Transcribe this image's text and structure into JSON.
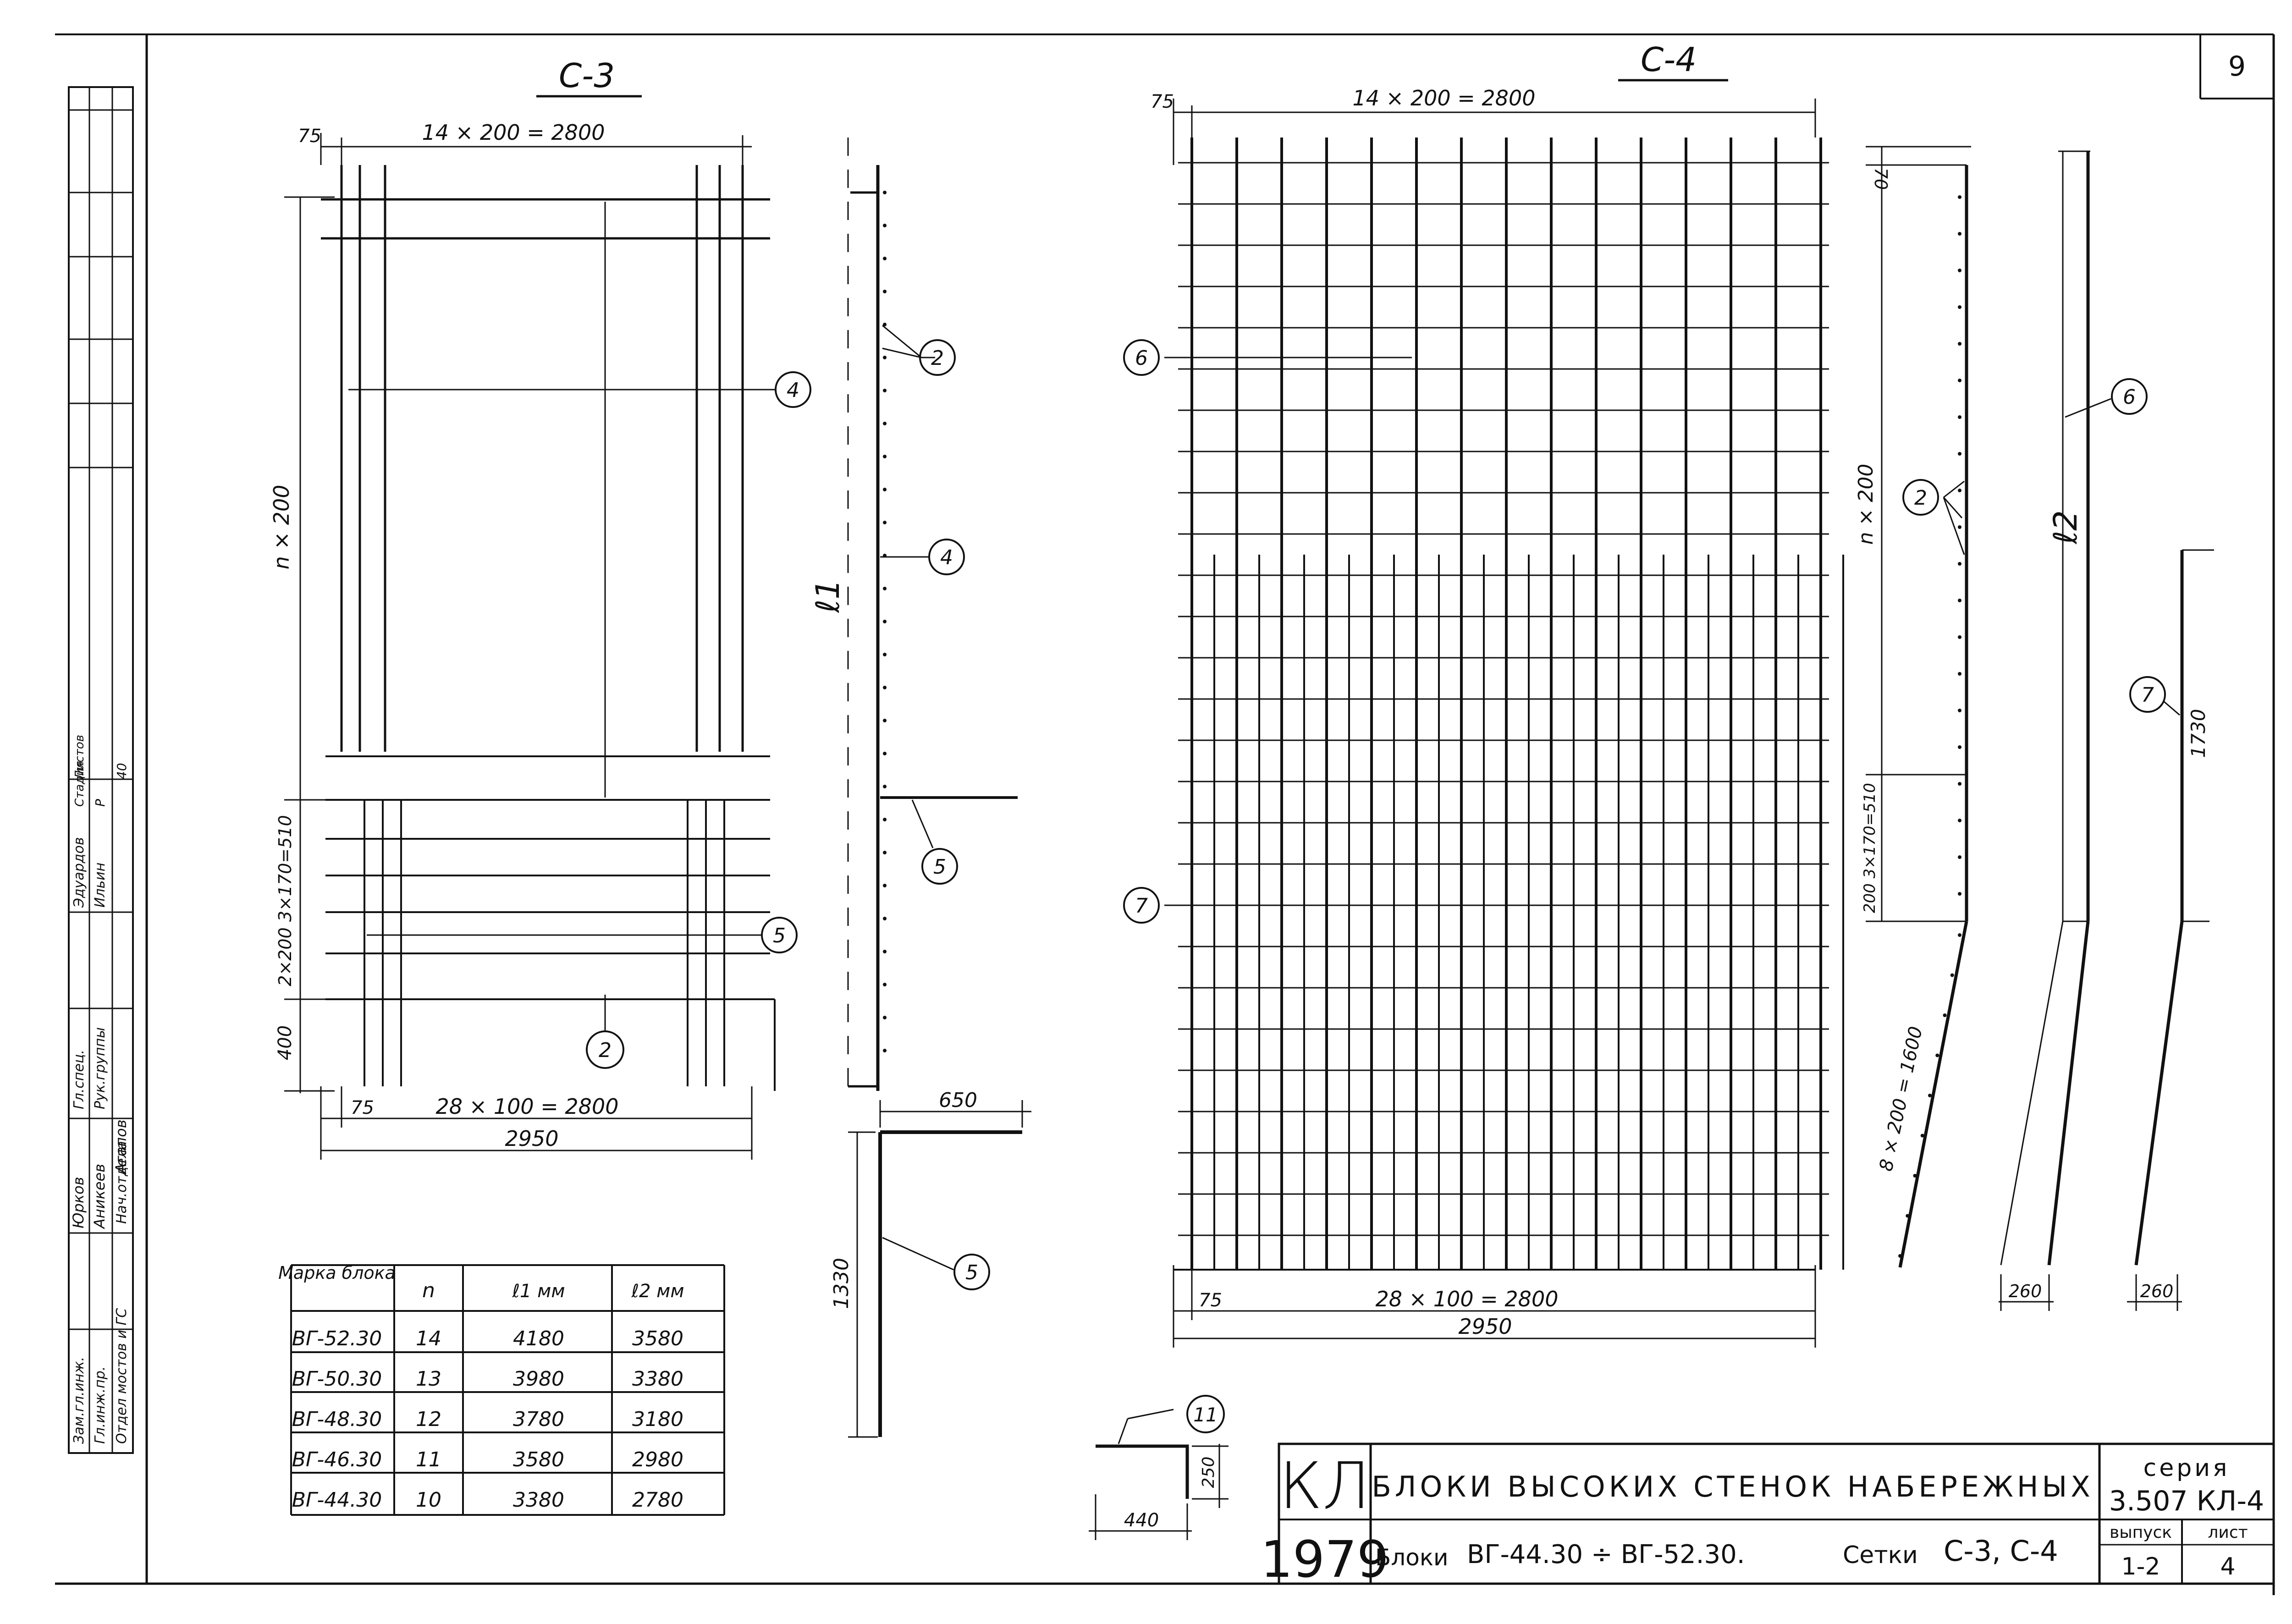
{
  "sheet": {
    "page_number": "9",
    "stamp_codes": [
      "КЛ",
      "1979"
    ]
  },
  "drawing_c3": {
    "title": "С-3",
    "dim_top": "14 × 200 = 2800",
    "dim_top_left": "75",
    "dim_vertical_main": "n × 200",
    "dim_vertical_mid": "2×200 3×170=510",
    "dim_vertical_bottom": "400",
    "dim_bottom_spacing": "28 × 100 = 2800",
    "dim_bottom_left": "75",
    "dim_total": "2950",
    "callouts": [
      "4",
      "5",
      "2"
    ]
  },
  "section_c3": {
    "length_label": "ℓ1",
    "callouts": [
      "2",
      "4",
      "5"
    ]
  },
  "detail_l": {
    "horizontal": "650",
    "vertical": "1330",
    "callout": "5"
  },
  "drawing_c4": {
    "title": "С-4",
    "dim_top": "14 × 200 = 2800",
    "dim_top_left": "75",
    "dim_bottom_spacing": "28 × 100 = 2800",
    "dim_bottom_left": "75",
    "dim_total": "2950",
    "callouts": [
      "6",
      "7"
    ]
  },
  "section_c4": {
    "top": "70",
    "vertical": "n × 200",
    "mid": "200 3×170=510",
    "inclined": "8 × 200 = 1600",
    "callout": "2"
  },
  "bar_details": {
    "bar6_label": "ℓ2",
    "bar6_callout": "6",
    "bar6_foot": "260",
    "bar7_length": "1730",
    "bar7_callout": "7",
    "bar7_foot": "260"
  },
  "detail_11": {
    "callout": "11",
    "width": "440",
    "height": "250"
  },
  "table": {
    "headers": [
      "Марка блока",
      "n",
      "ℓ1 мм",
      "ℓ2 мм"
    ],
    "rows": [
      [
        "ВГ-52.30",
        "14",
        "4180",
        "3580"
      ],
      [
        "ВГ-50.30",
        "13",
        "3980",
        "3380"
      ],
      [
        "ВГ-48.30",
        "12",
        "3780",
        "3180"
      ],
      [
        "ВГ-46.30",
        "11",
        "3580",
        "2980"
      ],
      [
        "ВГ-44.30",
        "10",
        "3380",
        "2780"
      ]
    ]
  },
  "title_block": {
    "org_code": "КЛ",
    "year": "1979",
    "title": "БЛОКИ ВЫСОКИХ СТЕНОК НАБЕРЕЖНЫХ",
    "subtitle_prefix": "Блоки",
    "subtitle_range": "ВГ-44.30 ÷ ВГ-52.30.",
    "subtitle_nets_label": "Сетки",
    "subtitle_nets": "С-3, С-4",
    "series_label": "серия",
    "series_value": "3.507 КЛ-4",
    "issue_label": "выпуск",
    "issue_value": "1-2",
    "sheet_label": "лист",
    "sheet_value": "4"
  },
  "signature_strip": {
    "entries": [
      "Зам.гл.инж.",
      "Гл.инж.пр.",
      "Отдел мостов и ГС",
      "Нач.отдела",
      "Юрков",
      "Аникеев",
      "Агапов",
      "Гл.спец.",
      "Рук.группы",
      "Эдуардов",
      "Ильин",
      "Стадия",
      "Р",
      "Листов",
      "40"
    ]
  }
}
